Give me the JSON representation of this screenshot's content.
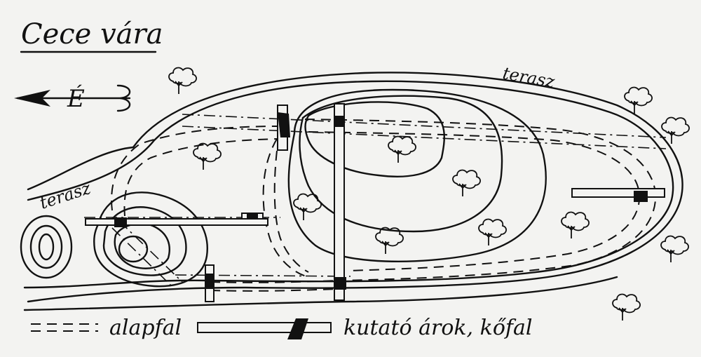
{
  "map": {
    "title": "Cece vára",
    "terrace_labels": [
      "terasz",
      "terasz"
    ],
    "north_arrow_label": "É",
    "legend": {
      "foundation_wall": "alapfal",
      "trench_stone_wall": "kutató árok, kőfal"
    }
  }
}
